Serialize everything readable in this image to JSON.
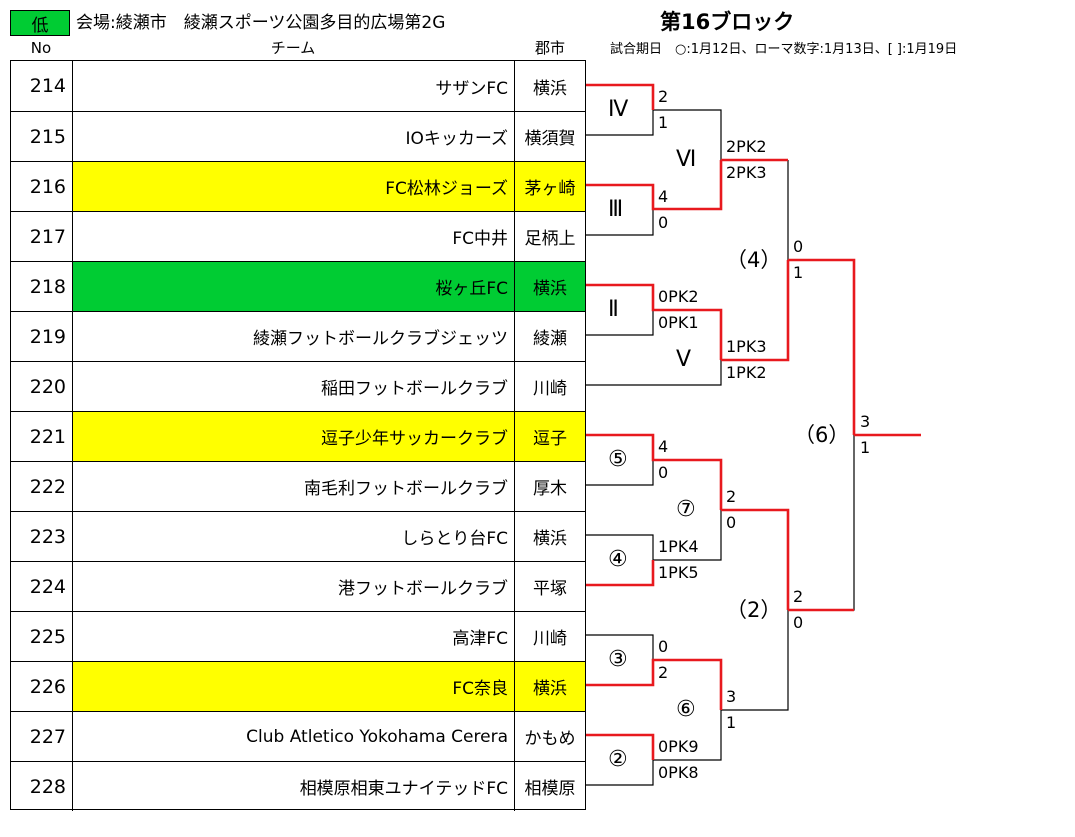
{
  "header": {
    "grade": "低",
    "venue": "会場:綾瀬市　綾瀬スポーツ公園多目的広場第2G",
    "block": "第16ブロック",
    "schedule_note": "試合期日　○:1月12日、ローマ数字:1月13日、[ ]:1月19日"
  },
  "columns": {
    "no": "No",
    "team": "チーム",
    "city": "郡市"
  },
  "teams": [
    {
      "no": "214",
      "name": "サザンFC",
      "city": "横浜",
      "highlight": ""
    },
    {
      "no": "215",
      "name": "IOキッカーズ",
      "city": "横須賀",
      "highlight": ""
    },
    {
      "no": "216",
      "name": "FC松林ジョーズ",
      "city": "茅ヶ崎",
      "highlight": "yellow"
    },
    {
      "no": "217",
      "name": "FC中井",
      "city": "足柄上",
      "highlight": ""
    },
    {
      "no": "218",
      "name": "桜ヶ丘FC",
      "city": "横浜",
      "highlight": "green"
    },
    {
      "no": "219",
      "name": "綾瀬フットボールクラブジェッツ",
      "city": "綾瀬",
      "highlight": ""
    },
    {
      "no": "220",
      "name": "稲田フットボールクラブ",
      "city": "川崎",
      "highlight": ""
    },
    {
      "no": "221",
      "name": "逗子少年サッカークラブ",
      "city": "逗子",
      "highlight": "yellow"
    },
    {
      "no": "222",
      "name": "南毛利フットボールクラブ",
      "city": "厚木",
      "highlight": ""
    },
    {
      "no": "223",
      "name": "しらとり台FC",
      "city": "横浜",
      "highlight": ""
    },
    {
      "no": "224",
      "name": "港フットボールクラブ",
      "city": "平塚",
      "highlight": ""
    },
    {
      "no": "225",
      "name": "高津FC",
      "city": "川崎",
      "highlight": ""
    },
    {
      "no": "226",
      "name": "FC奈良",
      "city": "横浜",
      "highlight": "yellow"
    },
    {
      "no": "227",
      "name": "Club Atletico Yokohama  Cerera",
      "city": "かもめ",
      "highlight": ""
    },
    {
      "no": "228",
      "name": "相模原相東ユナイテッドFC",
      "city": "相模原",
      "highlight": ""
    }
  ],
  "matches": {
    "m4": {
      "label": "Ⅳ",
      "s1": "2",
      "s2": "1"
    },
    "m3": {
      "label": "Ⅲ",
      "s1": "4",
      "s2": "0"
    },
    "m6": {
      "label": "Ⅵ",
      "s1": "2PK2",
      "s2": "2PK3"
    },
    "m2": {
      "label": "Ⅱ",
      "s1": "0PK2",
      "s2": "0PK1"
    },
    "m5": {
      "label": "Ⅴ",
      "s1": "1PK3",
      "s2": "1PK2"
    },
    "p4": {
      "label": "（4）",
      "s1": "0",
      "s2": "1"
    },
    "c5": {
      "label": "⑤",
      "s1": "4",
      "s2": "0"
    },
    "c4": {
      "label": "④",
      "s1": "1PK4",
      "s2": "1PK5"
    },
    "c7": {
      "label": "⑦",
      "s1": "2",
      "s2": "0"
    },
    "c3": {
      "label": "③",
      "s1": "0",
      "s2": "2"
    },
    "c2": {
      "label": "②",
      "s1": "0PK9",
      "s2": "0PK8"
    },
    "c6": {
      "label": "⑥",
      "s1": "3",
      "s2": "1"
    },
    "p2": {
      "label": "（2）",
      "s1": "2",
      "s2": "0"
    },
    "p6": {
      "label": "（6）",
      "s1": "3",
      "s2": "1"
    }
  },
  "colors": {
    "winner_line": "#e8191e",
    "loser_line": "#000000",
    "yellow": "#ffff00",
    "green": "#00cc33"
  }
}
